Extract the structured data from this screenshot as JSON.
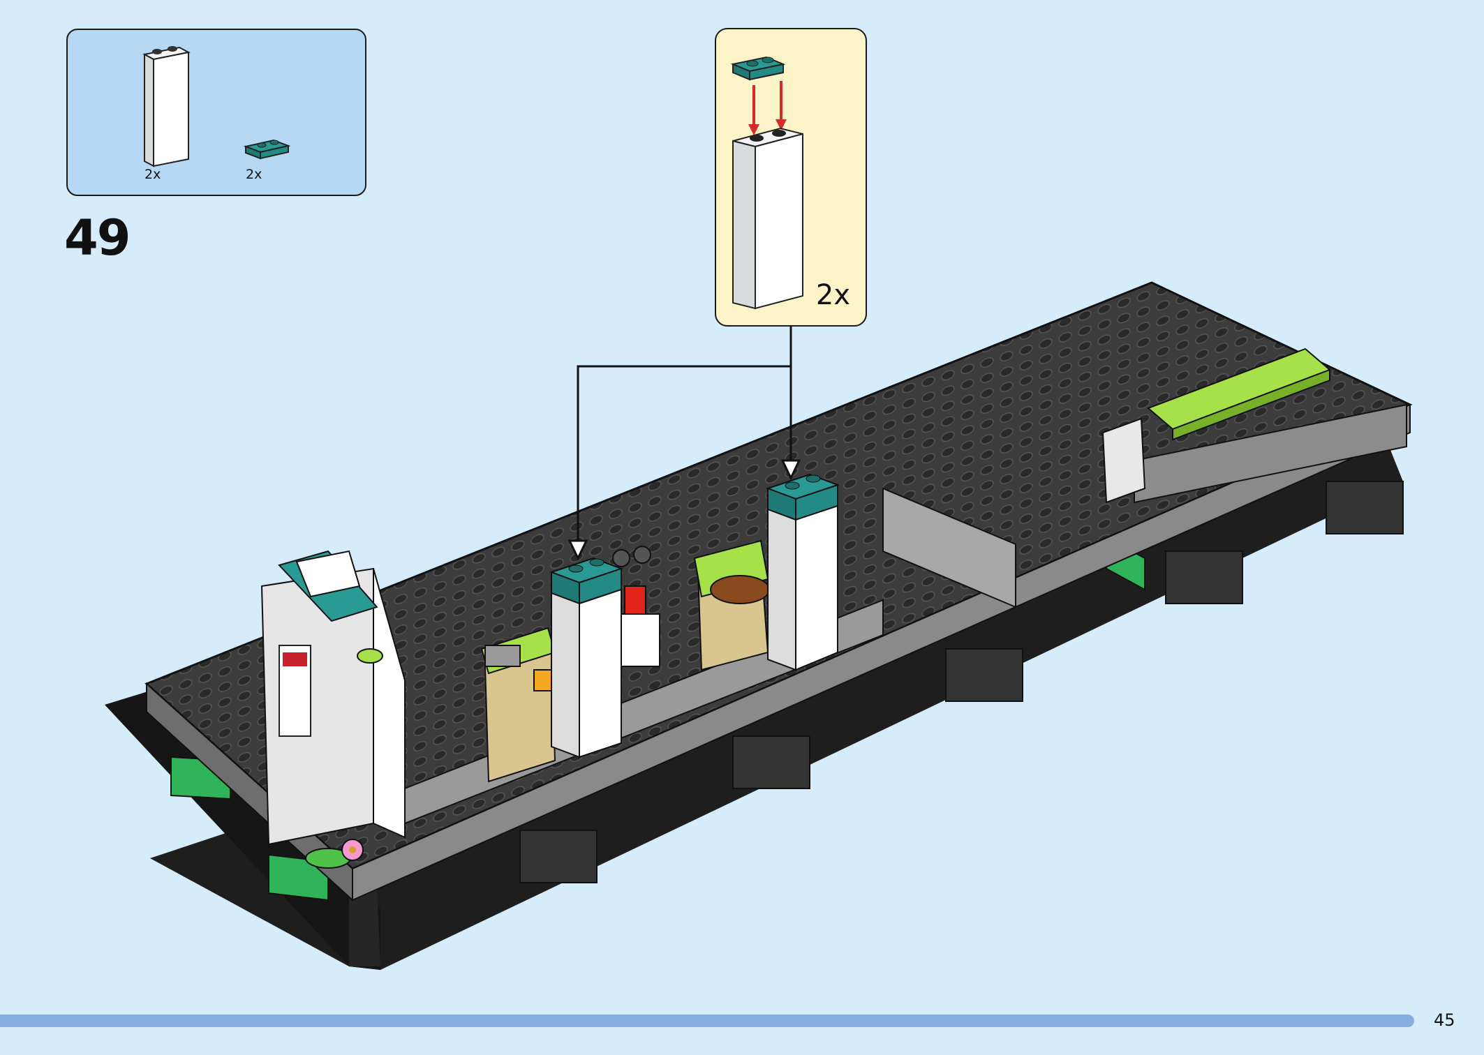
{
  "step": {
    "number": "49"
  },
  "parts_list": {
    "items": [
      {
        "name": "white-brick-1x2x3",
        "color": "#ffffff",
        "quantity": "2x"
      },
      {
        "name": "teal-plate-1x2",
        "color": "#2a9a94",
        "quantity": "2x"
      }
    ]
  },
  "callout": {
    "quantity": "2x"
  },
  "colors": {
    "background": "#d6ecfb",
    "parts_box": "#b5d8f5",
    "callout_box": "#fdf3c8",
    "baseplate": "#3a3a3a",
    "teal": "#2a9a94",
    "green": "#2fb45a",
    "lime": "#a6e14a",
    "arrow_red": "#d42a2a"
  },
  "page": {
    "number": "45"
  }
}
